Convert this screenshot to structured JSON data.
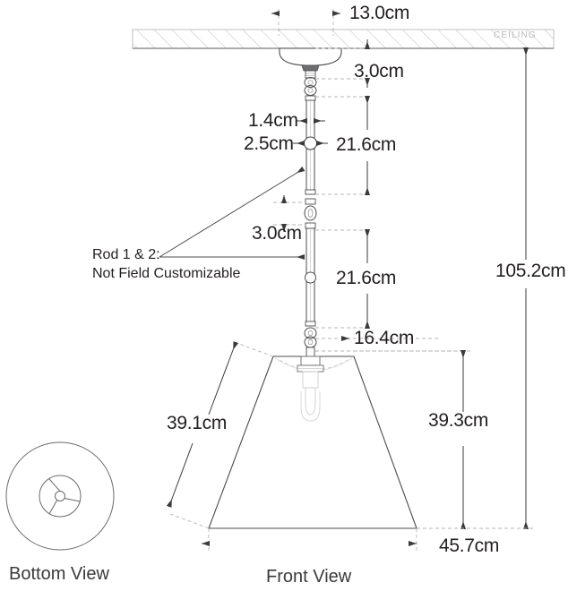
{
  "drawing": {
    "title_front": "Front View",
    "title_bottom": "Bottom View",
    "ceiling_label": "CEILING",
    "note_line1": "Rod 1 & 2:",
    "note_line2": "Not Field Customizable",
    "line_color": "#4d4d4f",
    "text_color": "#231f20",
    "ghost_color": "#c9c9cb",
    "ceiling_text_color": "#b9b9bb"
  },
  "dimensions": {
    "canopy_width": "13.0cm",
    "canopy_drop": "3.0cm",
    "rod_diameter": "1.4cm",
    "ball_diameter": "2.5cm",
    "rod1_length": "21.6cm",
    "chain_link": "3.0cm",
    "rod2_length": "21.6cm",
    "socket_offset": "16.4cm",
    "shade_slant": "39.1cm",
    "shade_height": "39.3cm",
    "shade_bottom_diameter": "45.7cm",
    "overall_height": "105.2cm"
  },
  "units": "cm"
}
